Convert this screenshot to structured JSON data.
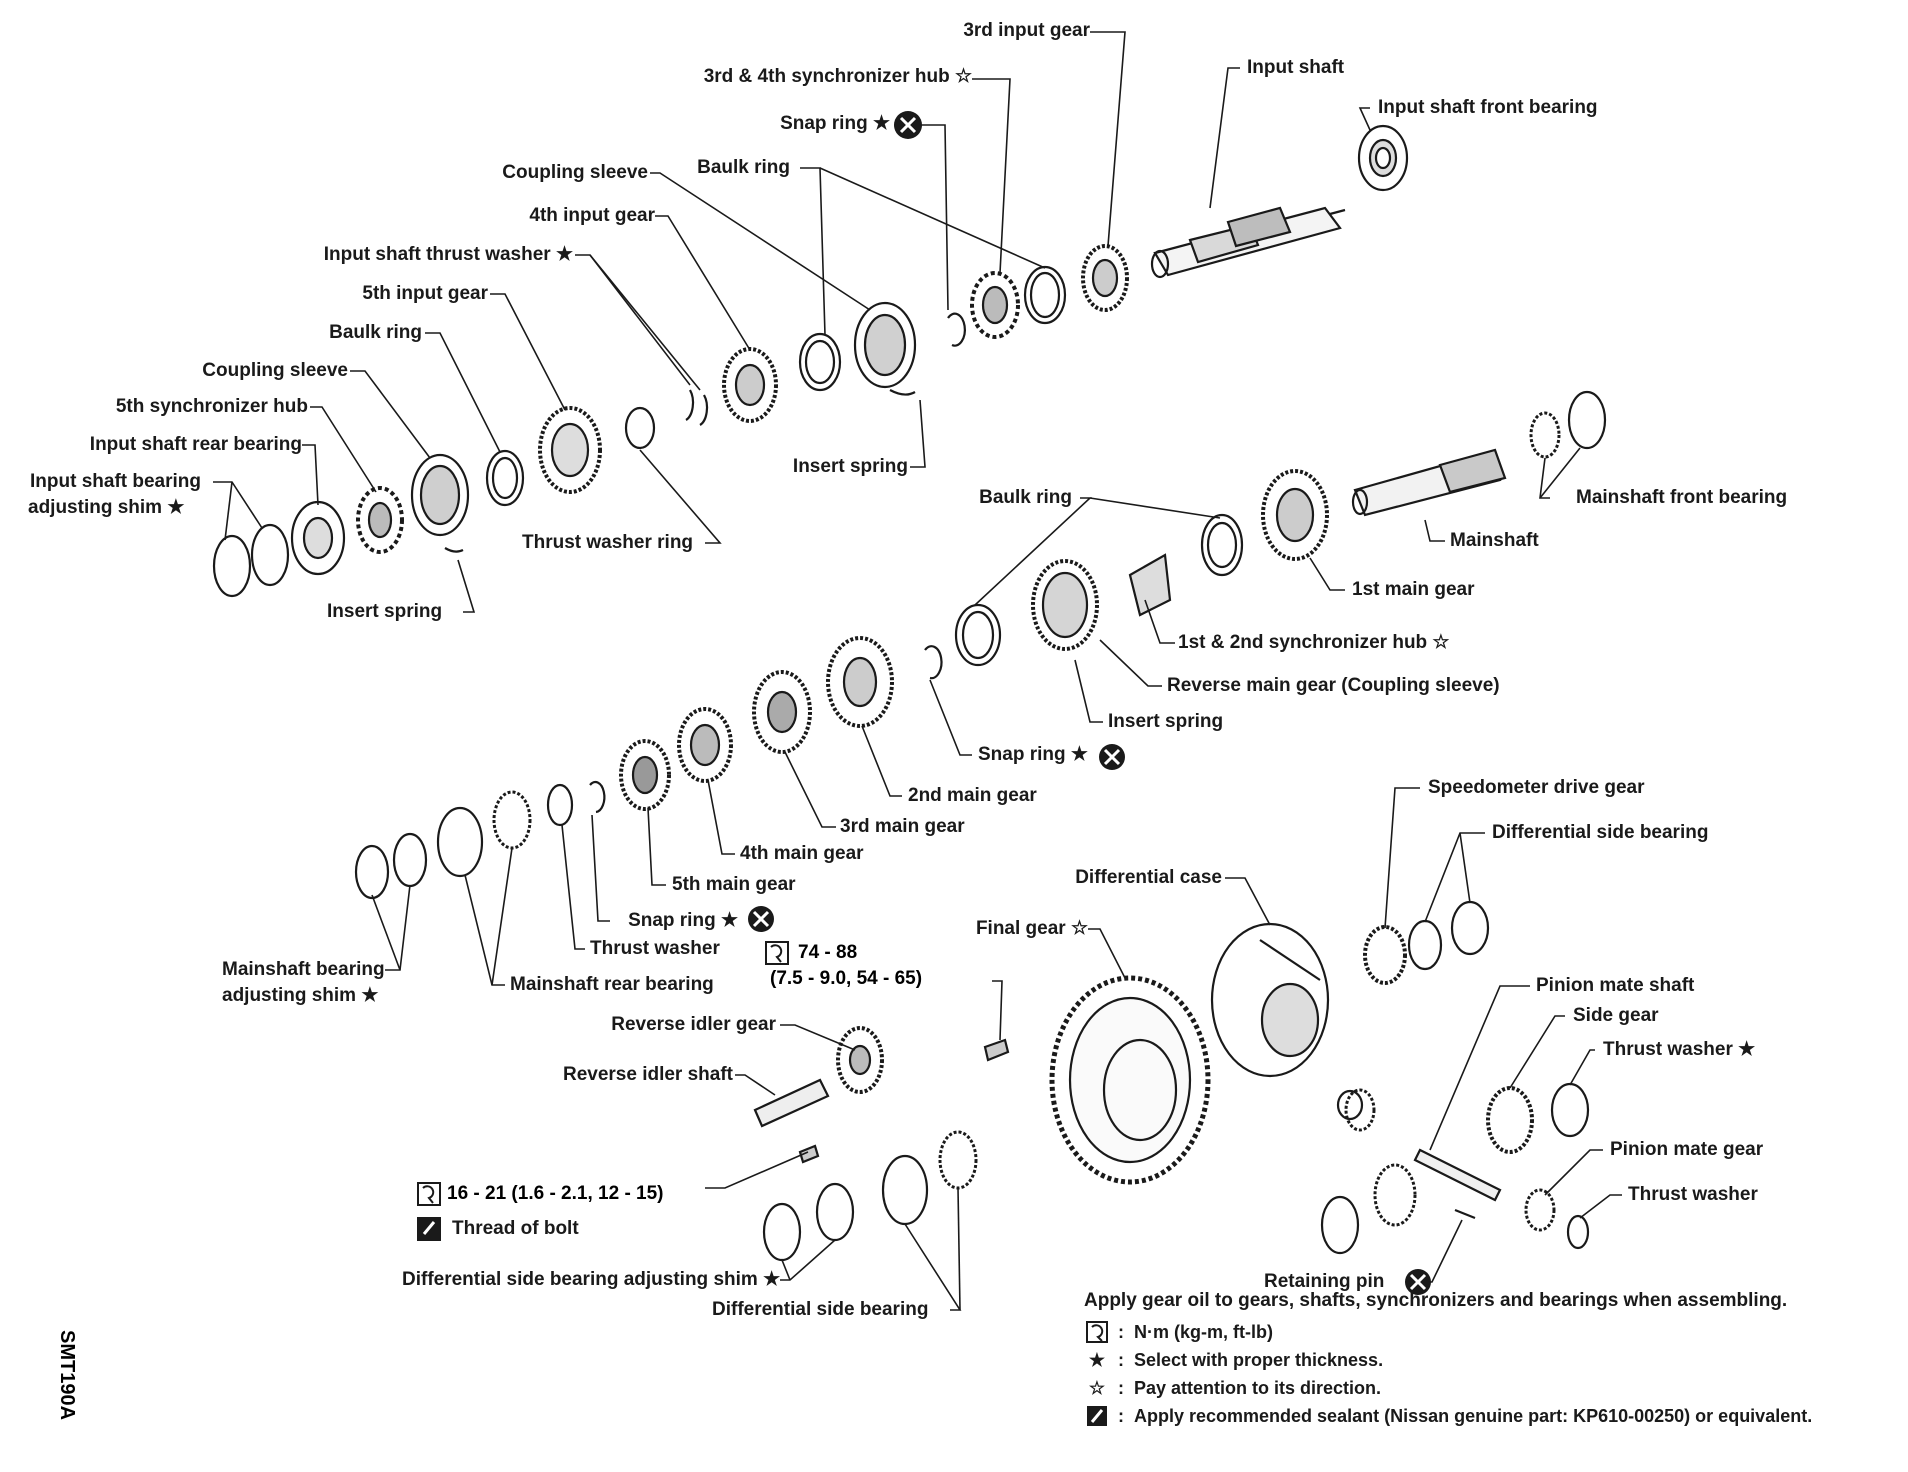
{
  "labels": {
    "input_gear_3rd": "3rd input gear",
    "input_shaft": "Input shaft",
    "hub_3_4": "3rd & 4th synchronizer hub ☆",
    "input_shaft_front_bearing": "Input shaft front bearing",
    "snap_ring_top": "Snap ring ★",
    "baulk_ring_top": "Baulk ring",
    "coupling_sleeve_top": "Coupling sleeve",
    "input_gear_4th": "4th input gear",
    "input_shaft_thrust_washer": "Input shaft thrust washer ★",
    "input_gear_5th": "5th input gear",
    "baulk_ring_mid": "Baulk ring",
    "coupling_sleeve_mid": "Coupling sleeve",
    "hub_5th": "5th synchronizer hub",
    "input_shaft_rear_bearing": "Input shaft rear bearing",
    "input_shaft_bearing_shim_1": "Input shaft bearing",
    "input_shaft_bearing_shim_2": "adjusting shim ★",
    "insert_spring_top": "Insert spring",
    "thrust_washer_ring": "Thrust washer ring",
    "insert_spring_left": "Insert spring",
    "mainshaft_front_bearing": "Mainshaft front bearing",
    "mainshaft": "Mainshaft",
    "baulk_ring_main": "Baulk ring",
    "main_gear_1st": "1st main gear",
    "hub_1_2": "1st & 2nd synchronizer hub ☆",
    "reverse_main_gear": "Reverse main gear (Coupling sleeve)",
    "insert_spring_main": "Insert spring",
    "snap_ring_main": "Snap ring ★",
    "main_gear_2nd": "2nd main gear",
    "main_gear_3rd": "3rd main gear",
    "main_gear_4th": "4th main gear",
    "main_gear_5th": "5th main gear",
    "snap_ring_low": "Snap ring ★",
    "thrust_washer_low": "Thrust washer",
    "mainshaft_shim_1": "Mainshaft bearing",
    "mainshaft_shim_2": "adjusting shim ★",
    "mainshaft_rear_bearing": "Mainshaft rear bearing",
    "speedometer_drive_gear": "Speedometer drive gear",
    "differential_side_bearing_top": "Differential side bearing",
    "differential_case": "Differential case",
    "final_gear": "Final gear ☆",
    "torque_final_1": "74 - 88",
    "torque_final_2": "(7.5 - 9.0, 54 - 65)",
    "pinion_mate_shaft": "Pinion mate shaft",
    "side_gear": "Side gear",
    "thrust_washer_diff": "Thrust washer ★",
    "reverse_idler_gear": "Reverse idler gear",
    "reverse_idler_shaft": "Reverse idler shaft",
    "pinion_mate_gear": "Pinion mate gear",
    "thrust_washer_diff2": "Thrust washer",
    "torque_idler": "16 - 21 (1.6 - 2.1, 12 - 15)",
    "thread_of_bolt": "Thread of bolt",
    "diff_side_bearing_shim": "Differential side bearing adjusting shim ★",
    "retaining_pin": "Retaining pin",
    "differential_side_bearing_low": "Differential side bearing"
  },
  "legend": {
    "note": "Apply gear oil to gears, shafts, synchronizers and bearings when assembling.",
    "torque_unit": "N·m (kg-m, ft-lb)",
    "select_thickness": "Select with proper thickness.",
    "pay_attention": "Pay attention to its direction.",
    "sealant": "Apply recommended sealant (Nissan genuine part: KP610-00250) or equivalent."
  },
  "code": "SMT190A"
}
